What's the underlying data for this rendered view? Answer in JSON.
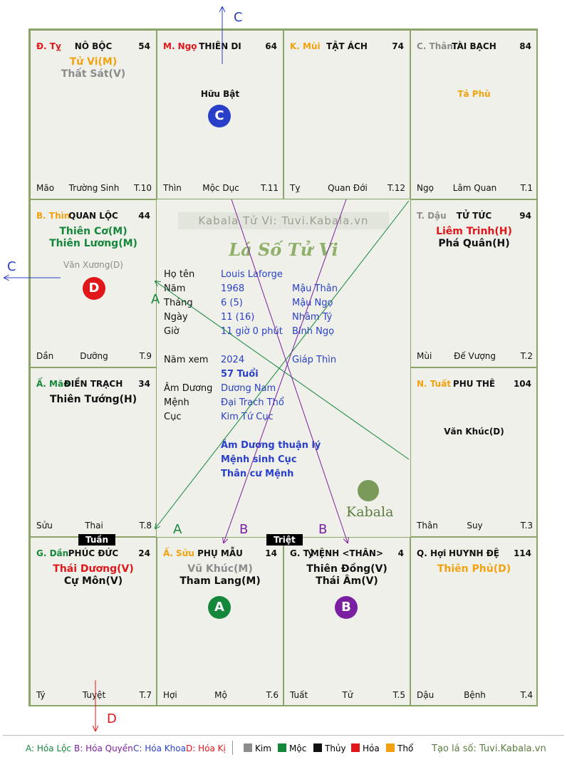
{
  "palaces": {
    "ty_dau": {
      "can": "Đ. Tỵ",
      "ten": "NÔ BỘC",
      "so": "54",
      "main": [
        "Tử Vi(M)",
        "Thất Sát(V)"
      ],
      "minor": "",
      "bl": "Mão",
      "bc": "Trường Sinh",
      "br": "T.10"
    },
    "ngo": {
      "can": "M. Ngọ",
      "ten": "THIÊN DI",
      "so": "64",
      "main": [],
      "minor": "Hữu Bật",
      "bl": "Thìn",
      "bc": "Mộc Dục",
      "br": "T.11"
    },
    "mui": {
      "can": "K. Mùi",
      "ten": "TẬT ÁCH",
      "so": "74",
      "main": [],
      "minor": "",
      "bl": "Tỵ",
      "bc": "Quan Đới",
      "br": "T.12"
    },
    "than": {
      "can": "C. Thân",
      "ten": "TÀI BẠCH",
      "so": "84",
      "main": [],
      "minor": "Tả Phù",
      "bl": "Ngọ",
      "bc": "Lâm Quan",
      "br": "T.1"
    },
    "thin": {
      "can": "B. Thìn",
      "ten": "QUAN LỘC",
      "so": "44",
      "main": [
        "Thiên Cơ(M)",
        "Thiên Lương(M)"
      ],
      "minor": "Văn Xương(D)",
      "bl": "Dần",
      "bc": "Dưỡng",
      "br": "T.9"
    },
    "dau": {
      "can": "T. Dậu",
      "ten": "TỬ TỨC",
      "so": "94",
      "main": [
        "Liêm Trinh(H)",
        "Phá Quân(H)"
      ],
      "minor": "",
      "bl": "Mùi",
      "bc": "Đế Vượng",
      "br": "T.2"
    },
    "mao": {
      "can": "Ấ. Mão",
      "ten": "ĐIỀN TRẠCH",
      "so": "34",
      "main": [
        "Thiên Tướng(H)"
      ],
      "minor": "",
      "bl": "Sửu",
      "bc": "Thai",
      "br": "T.8"
    },
    "tuat": {
      "can": "N. Tuất",
      "ten": "PHU THÊ",
      "so": "104",
      "main": [],
      "minor": "Văn Khúc(D)",
      "bl": "Thân",
      "bc": "Suy",
      "br": "T.3"
    },
    "dan": {
      "can": "G. Dần",
      "ten": "PHÚC ĐỨC",
      "so": "24",
      "main": [
        "Thái Dương(V)",
        "Cự Môn(V)"
      ],
      "minor": "",
      "bl": "Tý",
      "bc": "Tuyệt",
      "br": "T.7"
    },
    "suu": {
      "can": "Ấ. Sửu",
      "ten": "PHỤ MẪU",
      "so": "14",
      "main": [
        "Vũ Khúc(M)",
        "Tham Lang(M)"
      ],
      "minor": "",
      "bl": "Hợi",
      "bc": "Mộ",
      "br": "T.6"
    },
    "ty": {
      "can": "G. Tý",
      "ten": "MỆNH <THÂN>",
      "so": "4",
      "main": [
        "Thiên Đồng(V)",
        "Thái Âm(V)"
      ],
      "minor": "",
      "bl": "Tuất",
      "bc": "Tử",
      "br": "T.5"
    },
    "hoi": {
      "can": "Q. Hợi",
      "ten": "HUYNH ĐỆ",
      "so": "114",
      "main": [
        "Thiên Phủ(D)"
      ],
      "minor": "",
      "bl": "Dậu",
      "bc": "Bệnh",
      "br": "T.4"
    }
  },
  "colors": {
    "kim": "#8c8c8c",
    "moc": "#15873b",
    "thuy": "#111111",
    "hoa": "#e0161b",
    "tho": "#f2a210",
    "blue": "#2a3fc9",
    "purple": "#7b1fa2",
    "green": "#15873b",
    "red": "#e0161b",
    "border": "#8aa567"
  },
  "center": {
    "watermark": "Kabala Tử Vi: Tuvi.Kabala.vn",
    "title": "Lá Số Tử Vi",
    "rows": [
      {
        "label": "Họ tên",
        "v1": "Louis Laforge",
        "v2": ""
      },
      {
        "label": "Năm",
        "v1": "1968",
        "v2": "Mậu Thân"
      },
      {
        "label": "Tháng",
        "v1": "6  (5)",
        "v2": "Mậu Ngọ"
      },
      {
        "label": "Ngày",
        "v1": "11  (16)",
        "v2": "Nhâm Tý"
      },
      {
        "label": "Giờ",
        "v1": "11 giờ 0 phút",
        "v2": "Bính Ngọ"
      }
    ],
    "namxem": {
      "label": "Năm xem",
      "v1": "2024",
      "v2": "Giáp Thìn"
    },
    "tuoi": "57 Tuổi",
    "rows2": [
      {
        "label": "Âm Dương",
        "v1": "Dương Nam"
      },
      {
        "label": "Mệnh",
        "v1": "Đại Trạch Thổ"
      },
      {
        "label": "Cục",
        "v1": "Kim Tứ Cục"
      }
    ],
    "summary": [
      "Âm Dương thuận lý",
      "Mệnh sinh Cục",
      "Thân cư Mệnh"
    ],
    "logo": "Kabala"
  },
  "tags": {
    "tuan": "Tuần",
    "triet": "Triệt"
  },
  "circles": {
    "c": "C",
    "d": "D",
    "a": "A",
    "b": "B"
  },
  "arrows": {
    "c_top": "C",
    "c_left": "C",
    "d_bottom": "D",
    "a_up": "A",
    "a_low": "A",
    "b1": "B",
    "b2": "B"
  },
  "legend": {
    "a": "A: Hóa Lộc",
    "b": "B: Hóa Quyền",
    "c": "C: Hóa Khoa",
    "d": "D: Hóa Kị",
    "kim": "Kim",
    "moc": "Mộc",
    "thuy": "Thủy",
    "hoa": "Hỏa",
    "tho": "Thổ",
    "site": "Tạo lá số: Tuvi.Kabala.vn"
  }
}
